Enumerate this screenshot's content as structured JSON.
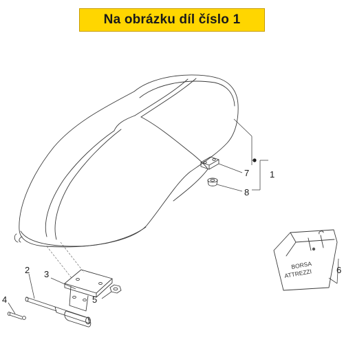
{
  "banner": {
    "text": "Na obrázku díl číslo 1",
    "background": "#ffd600"
  },
  "parts": [
    {
      "number": "1"
    },
    {
      "number": "2"
    },
    {
      "number": "3"
    },
    {
      "number": "4"
    },
    {
      "number": "5"
    },
    {
      "number": "6"
    },
    {
      "number": "7"
    },
    {
      "number": "8"
    }
  ],
  "tool_bag": {
    "line1": "BORSA",
    "line2": "ATTREZZI"
  },
  "colors": {
    "line": "#3a3a3a",
    "text": "#1a1a1a"
  }
}
